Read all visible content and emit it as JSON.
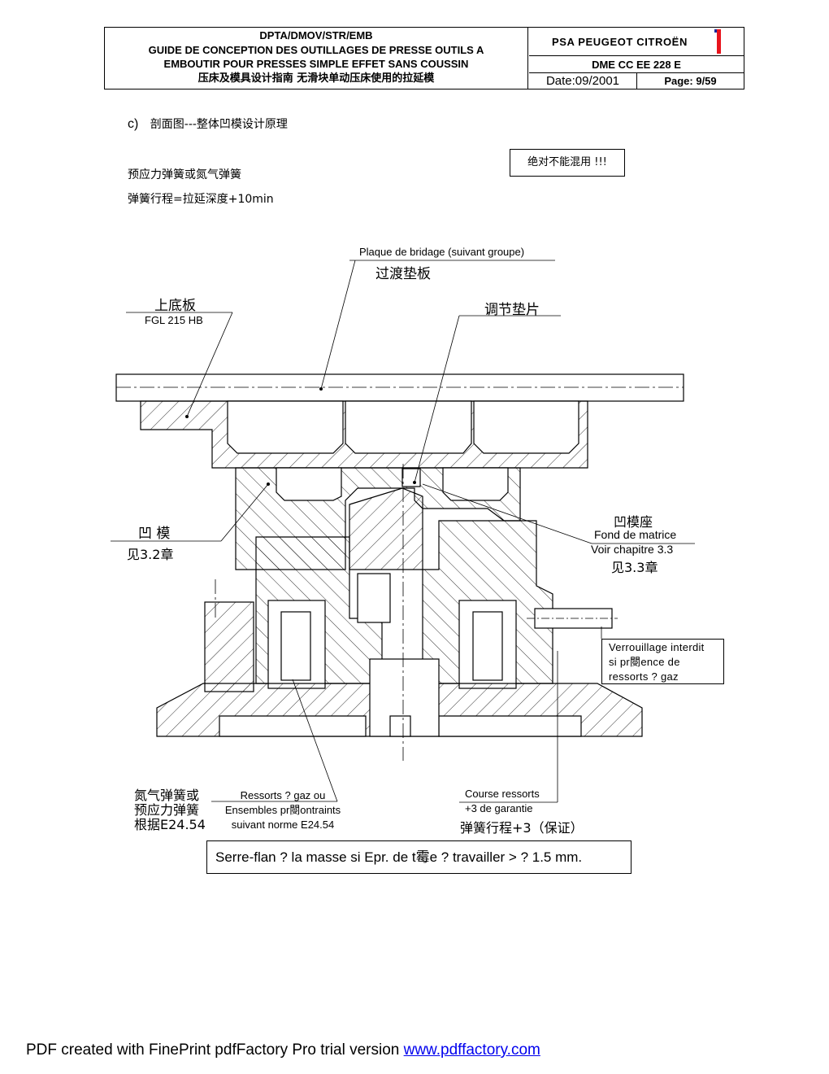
{
  "header": {
    "line1": "DPTA/DMOV/STR/EMB",
    "line2": "GUIDE DE CONCEPTION DES OUTILLAGES DE PRESSE OUTILS A",
    "line3": "EMBOUTIR POUR PRESSES SIMPLE EFFET  SANS COUSSIN",
    "line4": "压床及模具设计指南  无滑块单动压床使用的拉延模",
    "brand": "PSA PEUGEOT CITROËN",
    "doc_ref": "DME CC EE 228 E",
    "date": "Date:09/2001",
    "page": "Page: 9/59"
  },
  "body": {
    "section_letter": "c)",
    "section_title": "剖面图---整体凹模设计原理",
    "spring_type": "预应力弹簧或氮气弹簧",
    "spring_stroke": "弹簧行程=拉延深度+10min",
    "warning": "绝对不能混用 !!!"
  },
  "drawing": {
    "plaque_fr": "Plaque de bridage (suivant groupe)",
    "plaque_cn": "过渡垫板",
    "upper_cn": "上底板",
    "upper_spec": "FGL 215 HB",
    "shim_cn": "调节垫片",
    "die_cn": "凹  模",
    "die_ref": "见3.2章",
    "seat_cn": "凹模座",
    "seat_fr": "Fond de matrice",
    "seat_ref_fr": "Voir chapitre   3.3",
    "seat_ref_cn": "见3.3章",
    "lock_line1": "Verrouillage interdit",
    "lock_line2": "si pr閿ence de",
    "lock_line3": "ressorts ? gaz",
    "springs_cn1": "氮气弹簧或",
    "springs_cn2": "预应力弹簧",
    "springs_cn3": "根据E24.54",
    "springs_fr1": "Ressorts ? gaz ou",
    "springs_fr2": "Ensembles pr閿ontraints",
    "springs_fr3": "suivant norme E24.54",
    "course_fr1": "Course ressorts",
    "course_fr2": "+3 de garantie",
    "course_cn": "弹簧行程+3（保证）",
    "serre": "Serre-flan ? la masse si Epr. de t霉e ? travailler > ? 1.5 mm."
  },
  "footer": {
    "text": "PDF created with FinePrint pdfFactory Pro trial version ",
    "link": "www.pdffactory.com"
  },
  "colors": {
    "brand_red": "#e8141c",
    "brand_blue": "#1a2a9c",
    "link": "#0000ee"
  }
}
